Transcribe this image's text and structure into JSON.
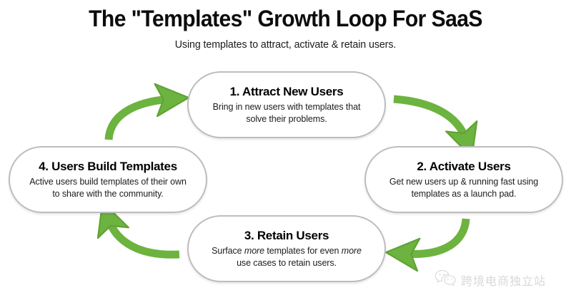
{
  "header": {
    "title": "The \"Templates\" Growth Loop For SaaS",
    "subtitle": "Using templates to attract, activate & retain users."
  },
  "colors": {
    "arrow_green": "#6DB33F",
    "arrow_green_dark": "#5FA235",
    "node_border": "#BDBDBD",
    "node_fill": "#FFFFFF",
    "title_text": "#0C0C0C",
    "body_text": "#1C1C1C",
    "watermark": "#9A9A9A"
  },
  "diagram": {
    "type": "cycle-loop",
    "direction": "clockwise",
    "nodes": [
      {
        "id": "attract-new-users",
        "title": "1. Attract New Users",
        "desc_line1": "Bring in new users with templates that",
        "desc_line2": "solve their problems.",
        "position": "top"
      },
      {
        "id": "activate-users",
        "title": "2. Activate Users",
        "desc_line1": "Get new users up & running fast using",
        "desc_line2": "templates as a launch pad.",
        "position": "right"
      },
      {
        "id": "retain-users",
        "title": "3. Retain Users",
        "desc_pre": "Surface ",
        "desc_em1": "more",
        "desc_mid": " templates for even ",
        "desc_em2": "more",
        "desc_line2": "use cases to retain users.",
        "position": "bottom"
      },
      {
        "id": "users-build-templates",
        "title": "4. Users Build Templates",
        "desc_line1": "Active users build templates of their own",
        "desc_line2": "to share with the community.",
        "position": "left"
      }
    ],
    "arrows": [
      {
        "id": "arrow-1-to-2",
        "from": "attract-new-users",
        "to": "activate-users"
      },
      {
        "id": "arrow-2-to-3",
        "from": "activate-users",
        "to": "retain-users"
      },
      {
        "id": "arrow-3-to-4",
        "from": "retain-users",
        "to": "users-build-templates"
      },
      {
        "id": "arrow-4-to-1",
        "from": "users-build-templates",
        "to": "attract-new-users"
      }
    ]
  },
  "watermark": {
    "icon": "wechat-icon",
    "text": "跨境电商独立站"
  }
}
